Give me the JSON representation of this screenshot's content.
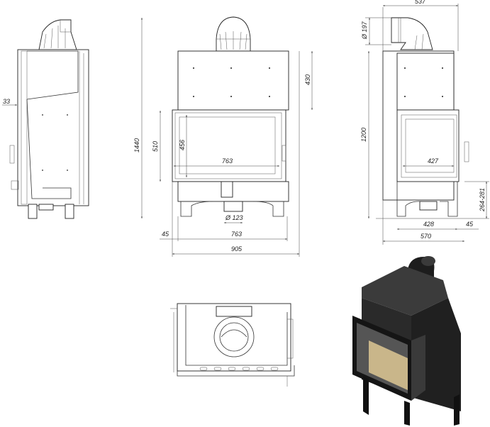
{
  "title": "Fireplace insert technical drawing",
  "side_view_left": {
    "dims": {
      "wall_offset": "33"
    }
  },
  "front_view": {
    "dims": {
      "total_height": "1440",
      "upper_panel_height": "430",
      "door_height": "510",
      "glass_height": "456",
      "glass_width": "763",
      "air_inlet_diameter": "Ø 123",
      "side_offset": "45",
      "leg_spacing": "763",
      "total_width": "905"
    }
  },
  "side_view_right": {
    "dims": {
      "flue_offset": "537",
      "flue_diameter": "Ø 197",
      "body_height": "1200",
      "side_glass_width": "427",
      "leg_height": "264-281",
      "leg_spacing": "428",
      "side_offset": "45",
      "total_depth": "570"
    }
  },
  "colors": {
    "line": "#333333",
    "render_body": "#2b2b2b",
    "render_fire": "#c9b68a"
  }
}
